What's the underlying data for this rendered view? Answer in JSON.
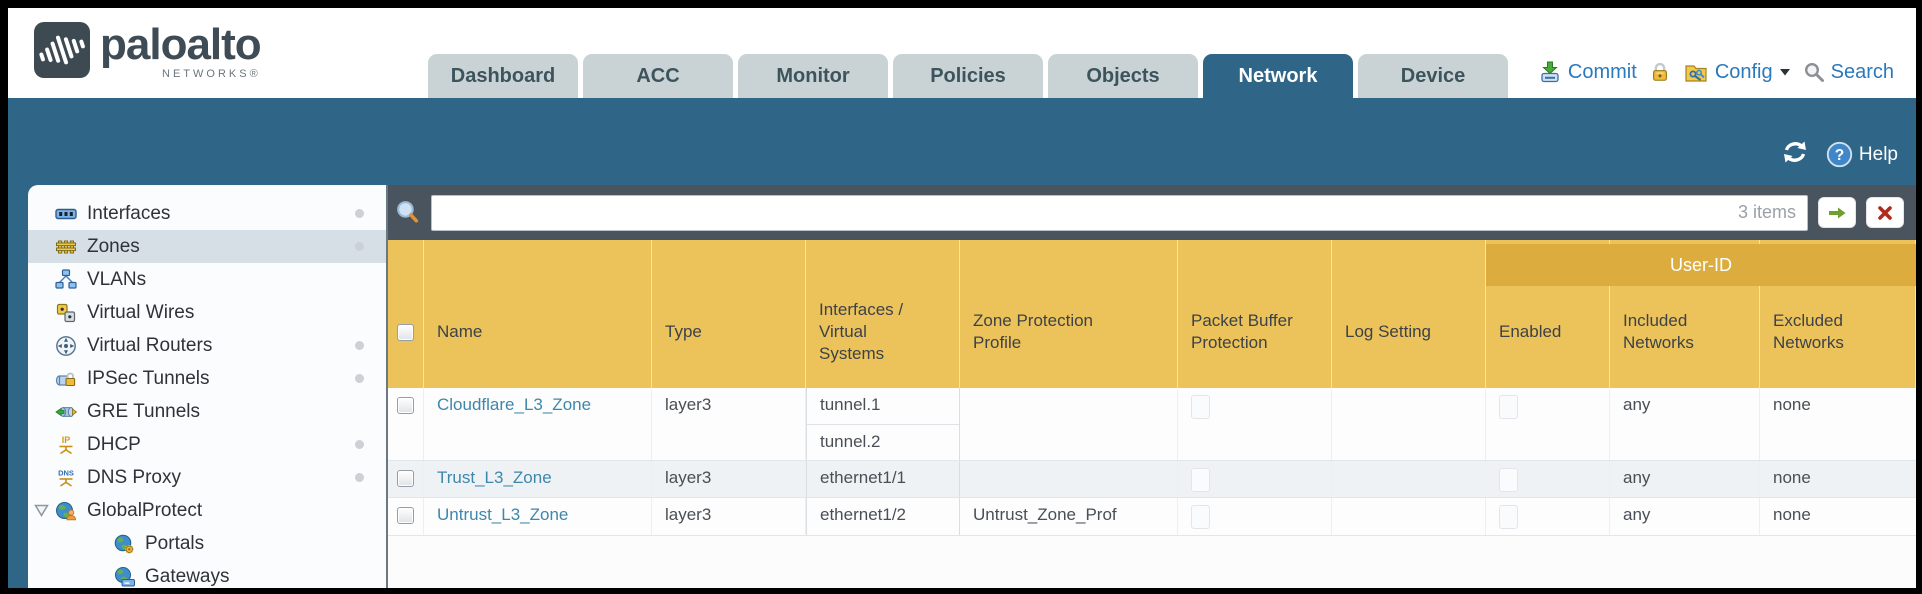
{
  "header": {
    "brand": "paloalto",
    "brand_sub": "NETWORKS®",
    "utilities": {
      "commit_label": "Commit",
      "config_label": "Config",
      "search_label": "Search"
    }
  },
  "nav_tabs": [
    {
      "key": "dashboard",
      "label": "Dashboard",
      "selected": false
    },
    {
      "key": "acc",
      "label": "ACC",
      "selected": false
    },
    {
      "key": "monitor",
      "label": "Monitor",
      "selected": false
    },
    {
      "key": "policies",
      "label": "Policies",
      "selected": false
    },
    {
      "key": "objects",
      "label": "Objects",
      "selected": false
    },
    {
      "key": "network",
      "label": "Network",
      "selected": true
    },
    {
      "key": "device",
      "label": "Device",
      "selected": false
    }
  ],
  "subheader": {
    "help_label": "Help"
  },
  "sidebar": {
    "items": [
      {
        "key": "interfaces",
        "label": "Interfaces",
        "icon": "interfaces-icon",
        "dot": true
      },
      {
        "key": "zones",
        "label": "Zones",
        "icon": "zones-icon",
        "selected": true,
        "dot": true
      },
      {
        "key": "vlans",
        "label": "VLANs",
        "icon": "vlans-icon"
      },
      {
        "key": "virtual-wires",
        "label": "Virtual Wires",
        "icon": "virtual-wires-icon"
      },
      {
        "key": "virtual-routers",
        "label": "Virtual Routers",
        "icon": "virtual-routers-icon",
        "dot": true
      },
      {
        "key": "ipsec-tunnels",
        "label": "IPSec Tunnels",
        "icon": "ipsec-tunnels-icon",
        "dot": true
      },
      {
        "key": "gre-tunnels",
        "label": "GRE Tunnels",
        "icon": "gre-tunnels-icon"
      },
      {
        "key": "dhcp",
        "label": "DHCP",
        "icon": "dhcp-icon",
        "dot": true
      },
      {
        "key": "dns-proxy",
        "label": "DNS Proxy",
        "icon": "dns-proxy-icon",
        "dot": true
      },
      {
        "key": "globalprotect",
        "label": "GlobalProtect",
        "icon": "globalprotect-icon",
        "expander": true
      },
      {
        "key": "portals",
        "label": "Portals",
        "icon": "portals-icon",
        "indent": true
      },
      {
        "key": "gateways",
        "label": "Gateways",
        "icon": "gateways-icon",
        "indent": true
      }
    ]
  },
  "toolbar": {
    "filter_value": "",
    "items_count": "3 items"
  },
  "table": {
    "group_header": "User-ID",
    "columns": [
      {
        "key": "select",
        "label": ""
      },
      {
        "key": "name",
        "label": "Name"
      },
      {
        "key": "type",
        "label": "Type"
      },
      {
        "key": "interfaces",
        "label": "Interfaces / Virtual Systems"
      },
      {
        "key": "zone_protection_profile",
        "label": "Zone Protection Profile"
      },
      {
        "key": "packet_buffer_protection",
        "label": "Packet Buffer Protection"
      },
      {
        "key": "log_setting",
        "label": "Log Setting"
      },
      {
        "key": "enabled",
        "label": "Enabled",
        "group": "user_id"
      },
      {
        "key": "included_networks",
        "label": "Included Networks",
        "group": "user_id"
      },
      {
        "key": "excluded_networks",
        "label": "Excluded Networks",
        "group": "user_id"
      }
    ],
    "rows": [
      {
        "name": "Cloudflare_L3_Zone",
        "type": "layer3",
        "interfaces": [
          "tunnel.1",
          "tunnel.2"
        ],
        "zone_protection_profile": "",
        "packet_buffer_protection": false,
        "log_setting": "",
        "enabled": false,
        "included_networks": "any",
        "excluded_networks": "none"
      },
      {
        "name": "Trust_L3_Zone",
        "type": "layer3",
        "interfaces": [
          "ethernet1/1"
        ],
        "zone_protection_profile": "",
        "packet_buffer_protection": false,
        "log_setting": "",
        "enabled": false,
        "included_networks": "any",
        "excluded_networks": "none"
      },
      {
        "name": "Untrust_L3_Zone",
        "type": "layer3",
        "interfaces": [
          "ethernet1/2"
        ],
        "zone_protection_profile": "Untrust_Zone_Prof",
        "packet_buffer_protection": false,
        "log_setting": "",
        "enabled": false,
        "included_networks": "any",
        "excluded_networks": "none"
      }
    ]
  },
  "colors": {
    "accent_teal": "#2f6587",
    "toolbar_slate": "#49545e",
    "header_orange": "#ecc25b",
    "group_orange": "#dcac3e",
    "link_blue": "#3e87ab",
    "action_blue": "#2a79bd",
    "selected_nav": "#d5dfe5"
  }
}
